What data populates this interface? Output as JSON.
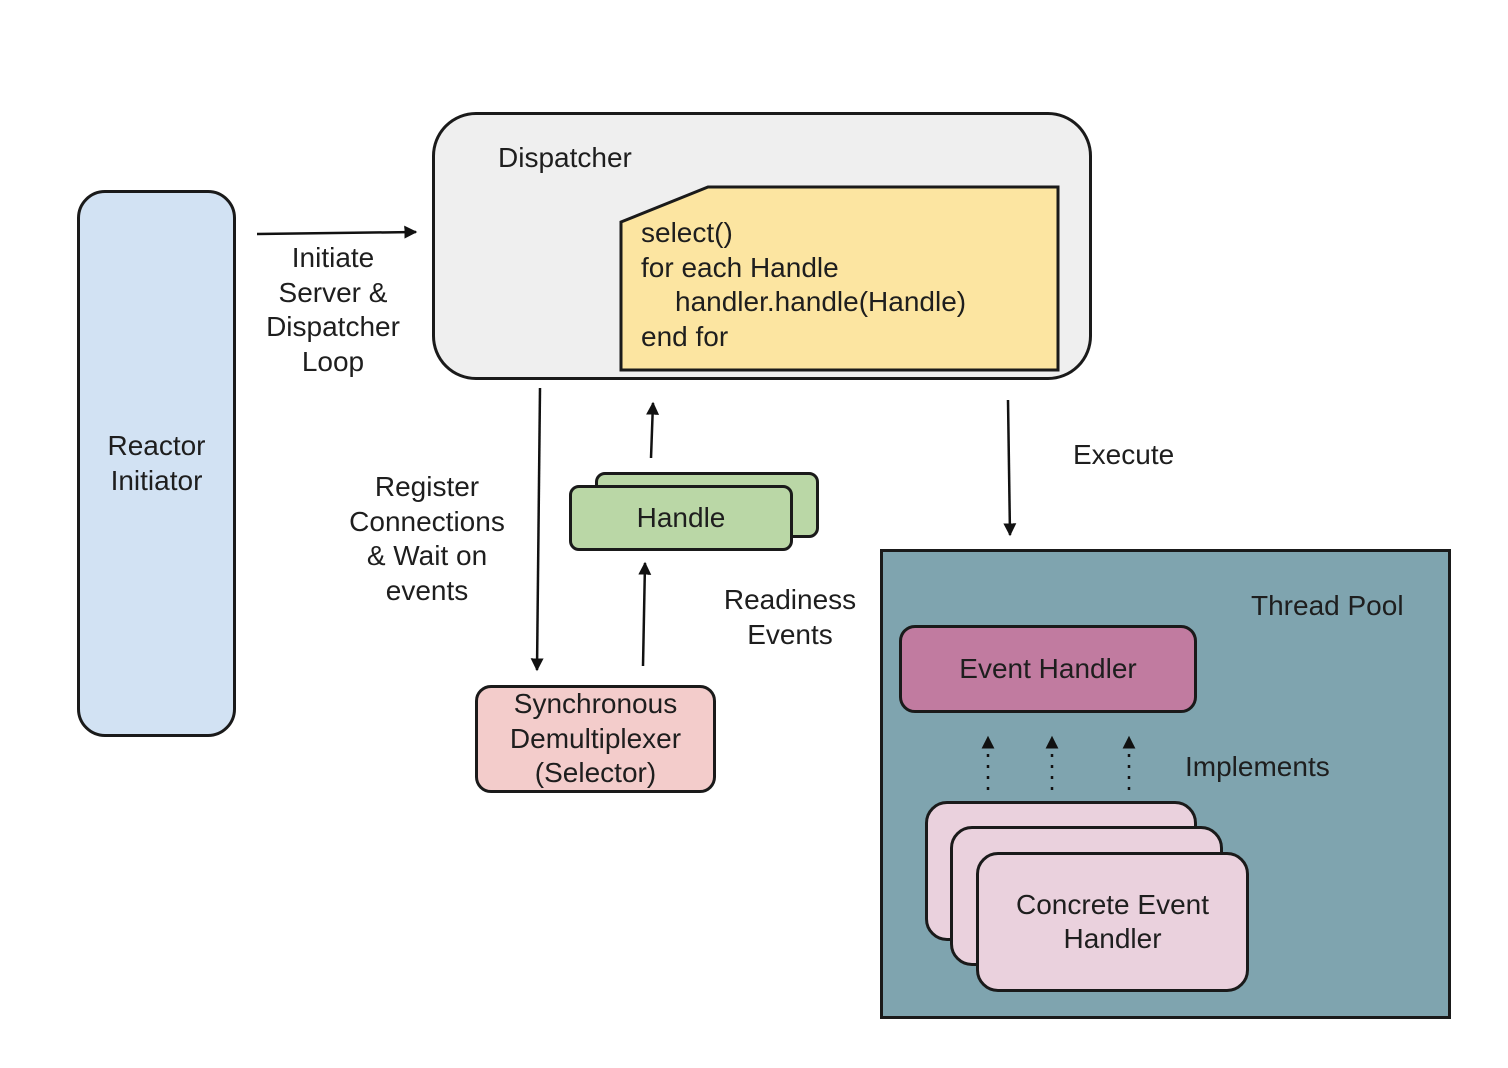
{
  "reactor_initiator": {
    "label_lines": [
      "Reactor",
      "Initiator"
    ],
    "fill": "#d2e2f3"
  },
  "dispatcher": {
    "title": "Dispatcher",
    "fill": "#efefef",
    "code_lines": [
      "select()",
      "for each Handle",
      "    handler.handle(Handle)",
      "end for"
    ],
    "code_fill": "#fce5a1"
  },
  "initiate_label_lines": [
    "Initiate",
    "Server &",
    "Dispatcher",
    "Loop"
  ],
  "register_label_lines": [
    "Register",
    "Connections",
    "& Wait on",
    "events"
  ],
  "handle": {
    "label": "Handle",
    "fill": "#bad7a6"
  },
  "readiness_label_lines": [
    "Readiness",
    "Events"
  ],
  "demultiplexer": {
    "label_lines": [
      "Synchronous",
      "Demultiplexer",
      "(Selector)"
    ],
    "fill": "#f3cccb"
  },
  "execute_label": "Execute",
  "thread_pool": {
    "title": "Thread Pool",
    "fill": "#7fa4af",
    "event_handler": {
      "label": "Event Handler",
      "fill": "#c17ba0"
    },
    "implements_label": "Implements",
    "concrete_handler": {
      "label_lines": [
        "Concrete Event",
        "Handler"
      ],
      "fill": "#ead1dd"
    }
  }
}
